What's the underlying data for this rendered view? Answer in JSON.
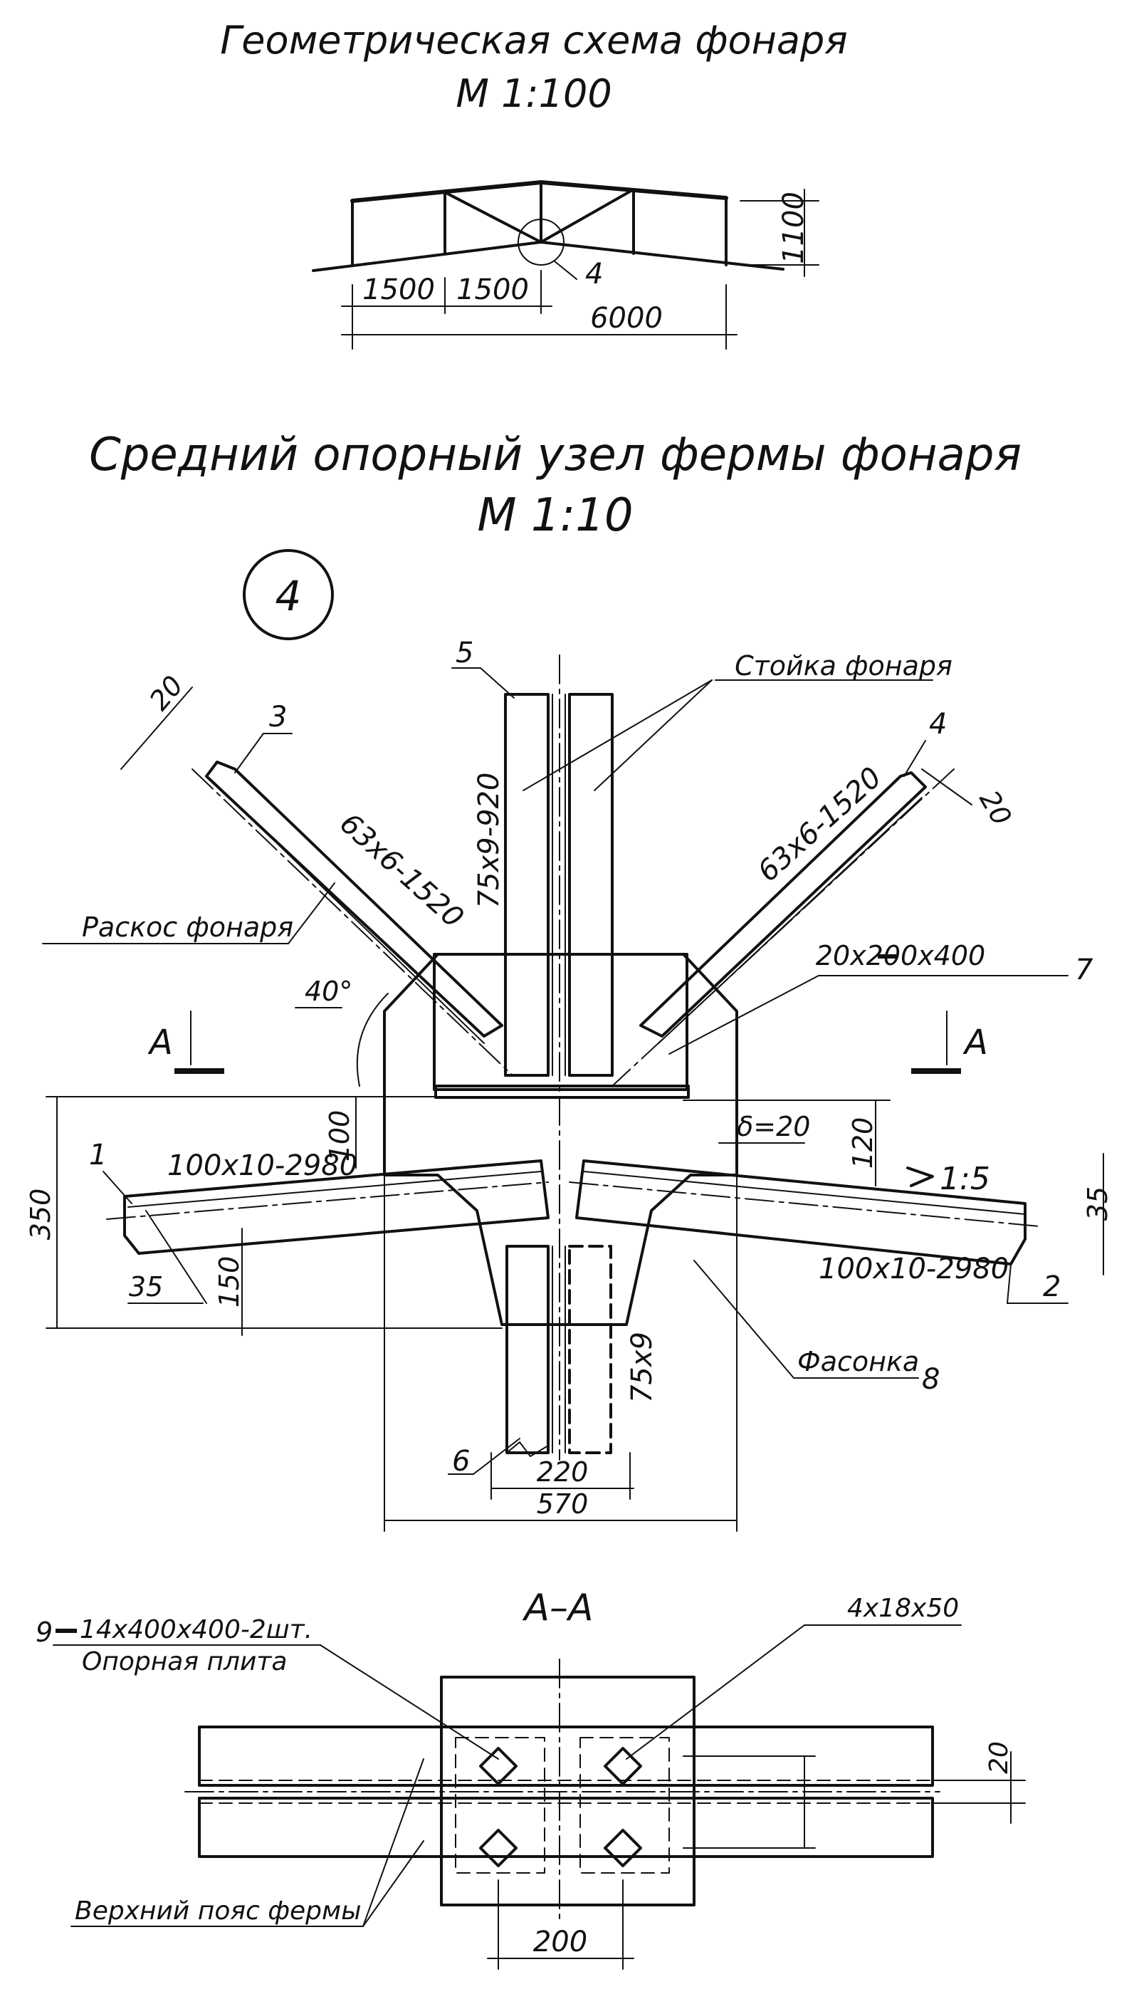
{
  "scheme": {
    "title": "Геометрическая схема фонаря",
    "scale": "М 1:100",
    "dims": {
      "d1": "1500",
      "d2": "1500",
      "total": "6000",
      "height": "1100"
    },
    "callout": "4"
  },
  "node": {
    "title": "Средний опорный узел фермы фонаря",
    "scale": "М 1:10",
    "circle": "4",
    "labels": {
      "post": "Стойка фонаря",
      "brace": "Раскос фонаря",
      "gusset": "Фасонка",
      "section_left": "А",
      "section_right": "А"
    },
    "parts": {
      "p1": "1",
      "p2": "2",
      "p3": "3",
      "p4": "4",
      "p5": "5",
      "p6": "6",
      "p7": "7",
      "p8": "8"
    },
    "profiles": {
      "brace_left": "63x6-1520",
      "brace_right": "63x6-1520",
      "post_top": "75x9-920",
      "post_bottom": "75x9",
      "chord_left": "100x10-2980",
      "chord_right": "100x10-2980",
      "plate": "20x200x400"
    },
    "dims": {
      "d20_left": "20",
      "d20_right": "20",
      "angle": "40°",
      "d100": "100",
      "d120": "120",
      "delta": "δ=20",
      "slope": "1:5",
      "d35_right": "35",
      "d35_left": "35",
      "d350": "350",
      "d150": "150",
      "d220": "220",
      "d570": "570"
    }
  },
  "section": {
    "title": "А–А",
    "part": "9",
    "plate_spec": "14x400x400-2шт.",
    "plate_name": "Опорная плита",
    "holes": "4x18x50",
    "chord_label": "Верхний пояс фермы",
    "dim_200": "200",
    "dim_20": "20"
  }
}
